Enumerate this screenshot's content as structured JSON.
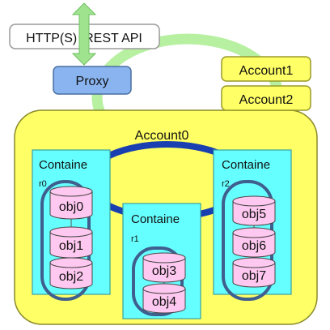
{
  "diagram": {
    "api_label": "HTTP(S)  REST API",
    "proxy_label": "Proxy",
    "account1_label": "Account1",
    "account2_label": "Account2",
    "account0_label": "Account0",
    "containers": [
      {
        "title_line1": "Containe",
        "title_line2": "r0",
        "objects": [
          "obj0",
          "obj1",
          "obj2"
        ]
      },
      {
        "title_line1": "Containe",
        "title_line2": "r1",
        "objects": [
          "obj3",
          "obj4"
        ]
      },
      {
        "title_line1": "Containe",
        "title_line2": "r2",
        "objects": [
          "obj5",
          "obj6",
          "obj7"
        ]
      }
    ]
  },
  "colors": {
    "account_fill": "#ffff66",
    "account_border": "#9a9a2a",
    "container_fill": "#66ffff",
    "object_fill": "#ffc8f0",
    "proxy_fill": "#8ab4f0",
    "green_ring": "#b6f0a0",
    "blue_ring": "#1a3fb0",
    "container_loop": "#3f5f8f"
  }
}
